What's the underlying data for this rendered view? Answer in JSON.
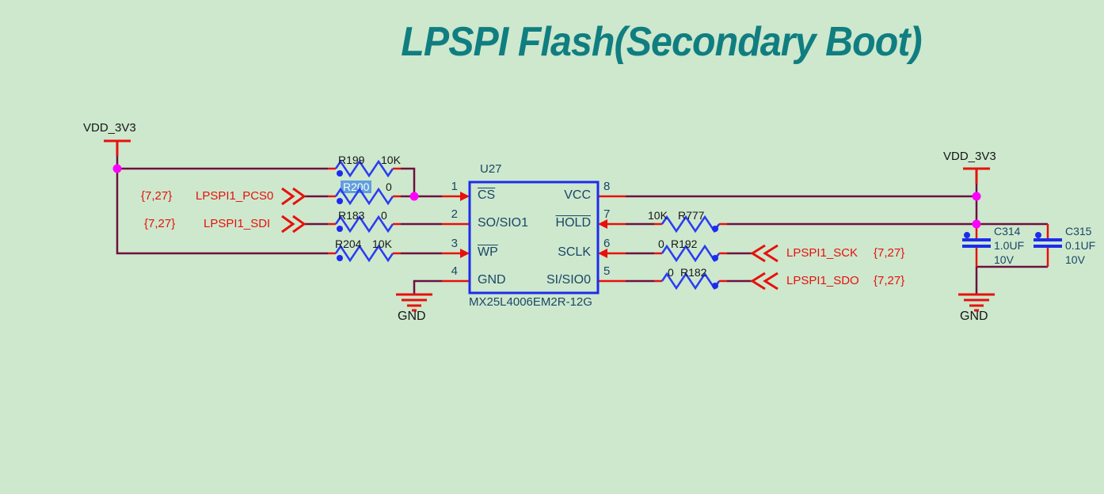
{
  "title": "LPSPI Flash(Secondary Boot)",
  "power_rails": {
    "left_label": "VDD_3V3",
    "right_label": "VDD_3V3"
  },
  "grounds": {
    "left_label": "GND",
    "right_label": "GND"
  },
  "ic": {
    "refdes": "U27",
    "part_number": "MX25L4006EM2R-12G",
    "left_pins": [
      {
        "number": "1",
        "name": "CS"
      },
      {
        "number": "2",
        "name": "SO/SIO1"
      },
      {
        "number": "3",
        "name": "WP"
      },
      {
        "number": "4",
        "name": "GND"
      }
    ],
    "right_pins": [
      {
        "number": "8",
        "name": "VCC"
      },
      {
        "number": "7",
        "name": "HOLD"
      },
      {
        "number": "6",
        "name": "SCLK"
      },
      {
        "number": "5",
        "name": "SI/SIO0"
      }
    ]
  },
  "resistors": {
    "r199": {
      "ref": "R199",
      "value": "10K"
    },
    "r200": {
      "ref": "R200",
      "value": "0",
      "selected": true
    },
    "r183": {
      "ref": "R183",
      "value": "0"
    },
    "r204": {
      "ref": "R204",
      "value": "10K"
    },
    "r777": {
      "ref": "R777",
      "value": "10K"
    },
    "r192": {
      "ref": "R192",
      "value": "0"
    },
    "r182": {
      "ref": "R182",
      "value": "0"
    }
  },
  "capacitors": {
    "c314": {
      "ref": "C314",
      "value": "1.0UF",
      "voltage": "10V"
    },
    "c315": {
      "ref": "C315",
      "value": "0.1UF",
      "voltage": "10V"
    }
  },
  "nets": {
    "pcs0": {
      "pages": "{7,27}",
      "name": "LPSPI1_PCS0"
    },
    "sdi": {
      "pages": "{7,27}",
      "name": "LPSPI1_SDI"
    },
    "sck": {
      "name": "LPSPI1_SCK",
      "pages": "{7,27}"
    },
    "sdo": {
      "name": "LPSPI1_SDO",
      "pages": "{7,27}"
    }
  },
  "colors": {
    "background": "#cde8cd",
    "wire": "#6e1040",
    "pin_red": "#e8100c",
    "junction": "#ff00ff",
    "symbol_blue": "#1d2cec",
    "text_navy": "#1b4667",
    "title_teal": "#107e81",
    "selection_highlight": "#5f9fdc"
  }
}
